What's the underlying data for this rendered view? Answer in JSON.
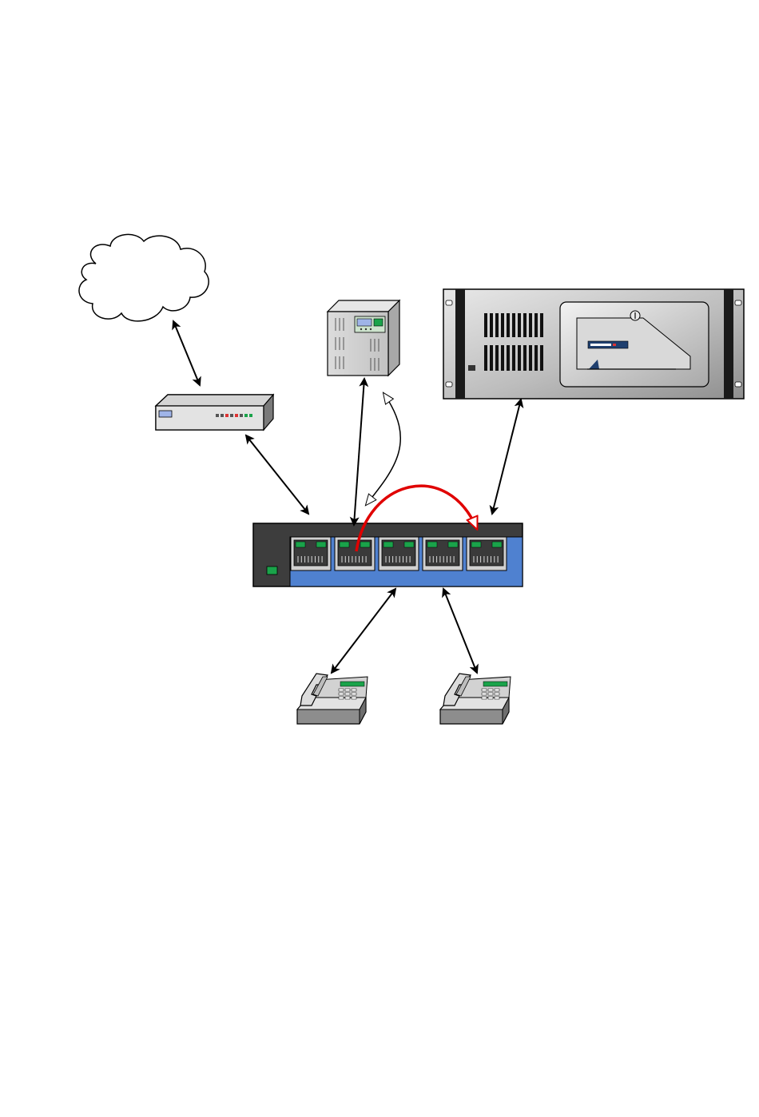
{
  "diagram": {
    "nodes": [
      {
        "id": "internet",
        "icon": "cloud-icon"
      },
      {
        "id": "modem",
        "icon": "modem-icon"
      },
      {
        "id": "server-tower",
        "icon": "tower-server-icon"
      },
      {
        "id": "rack-server",
        "icon": "rack-server-icon"
      },
      {
        "id": "network-switch",
        "icon": "switch-icon",
        "port_count": 5
      },
      {
        "id": "ip-phone-1",
        "icon": "phone-icon"
      },
      {
        "id": "ip-phone-2",
        "icon": "phone-icon"
      }
    ],
    "edges": [
      {
        "from": "internet",
        "to": "modem",
        "style": "double-arrow",
        "color": "#000000"
      },
      {
        "from": "modem",
        "to": "network-switch",
        "style": "double-arrow",
        "color": "#000000"
      },
      {
        "from": "server-tower",
        "to": "network-switch",
        "style": "double-arrow",
        "color": "#000000"
      },
      {
        "from": "network-switch",
        "to": "server-tower",
        "style": "hollow-double-arrow",
        "color": "#000000"
      },
      {
        "from": "rack-server",
        "to": "network-switch",
        "style": "double-arrow",
        "color": "#000000"
      },
      {
        "from": "network-switch",
        "to": "ip-phone-1",
        "style": "double-arrow",
        "color": "#000000"
      },
      {
        "from": "network-switch",
        "to": "ip-phone-2",
        "style": "double-arrow",
        "color": "#000000"
      },
      {
        "from": "switch-port-2",
        "to": "switch-port-5",
        "style": "curved-arrow",
        "color": "#e00000"
      }
    ],
    "colors": {
      "switch_body": "#3d3d3d",
      "switch_panel": "#4f81d0",
      "port_led": "#1aa34a",
      "highlight_arrow": "#e00000",
      "rack_blue": "#1f3f6e"
    }
  }
}
